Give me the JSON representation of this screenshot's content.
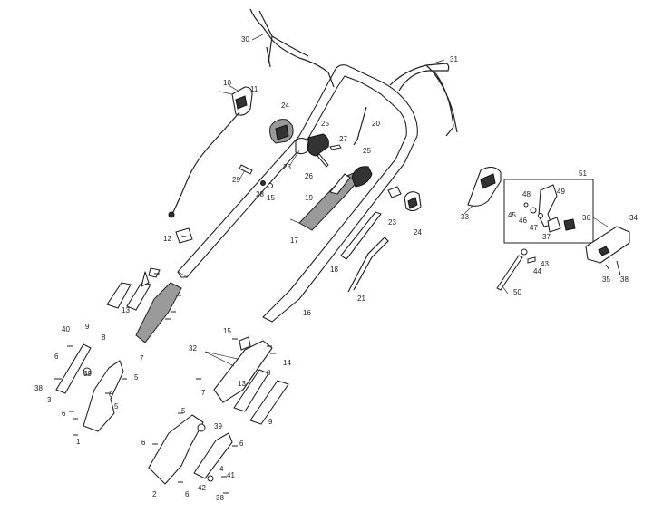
{
  "diagram": {
    "callouts": {
      "c1": "1",
      "c2": "2",
      "c3": "3",
      "c4": "4",
      "c5a": "5",
      "c5b": "5",
      "c5c": "5",
      "c6a": "6",
      "c6b": "6",
      "c6c": "6",
      "c6d": "6",
      "c6e": "6",
      "c6f": "6",
      "c7a": "7",
      "c7b": "7",
      "c8a": "8",
      "c8b": "8",
      "c9a": "9",
      "c9b": "9",
      "c10": "10",
      "c11": "11",
      "c12": "12",
      "c13a": "13",
      "c13b": "13",
      "c14": "14",
      "c15a": "15",
      "c15b": "15",
      "c16": "16",
      "c17": "17",
      "c18": "18",
      "c19": "19",
      "c20": "20",
      "c21": "21",
      "c23a": "23",
      "c23b": "23",
      "c24a": "24",
      "c24b": "24",
      "c25a": "25",
      "c25b": "25",
      "c26": "26",
      "c27": "27",
      "c28": "28",
      "c29": "29",
      "c30": "30",
      "c31": "31",
      "c32": "32",
      "c33": "33",
      "c34": "34",
      "c35": "35",
      "c36": "36",
      "c37": "37",
      "c38a": "38",
      "c38b": "38",
      "c38c": "38",
      "c39a": "39",
      "c39b": "39",
      "c40": "40",
      "c41": "41",
      "c42": "42",
      "c43": "43",
      "c44": "44",
      "c45": "45",
      "c46": "46",
      "c47": "47",
      "c48": "48",
      "c49": "49",
      "c50": "50",
      "c51": "51"
    }
  }
}
